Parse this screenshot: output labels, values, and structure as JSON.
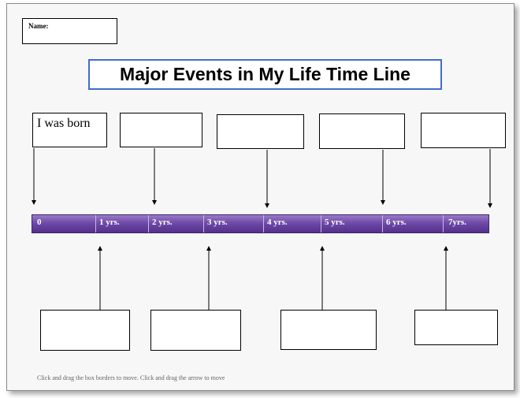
{
  "name_label": "Name:",
  "title": "Major Events in My Life Time Line",
  "top_boxes": [
    "I was born",
    "",
    "",
    "",
    ""
  ],
  "timeline_labels": [
    "0",
    "1 yrs.",
    "2 yrs.",
    "3 yrs.",
    "4 yrs.",
    "5 yrs.",
    "6 yrs.",
    "7yrs."
  ],
  "bottom_boxes": [
    "",
    "",
    "",
    ""
  ],
  "footer": "Click and drag the box borders to move. Click and drag the arrow to move",
  "colors": {
    "timeline": "#6f4aa8",
    "title_border": "#3f6ec7"
  }
}
